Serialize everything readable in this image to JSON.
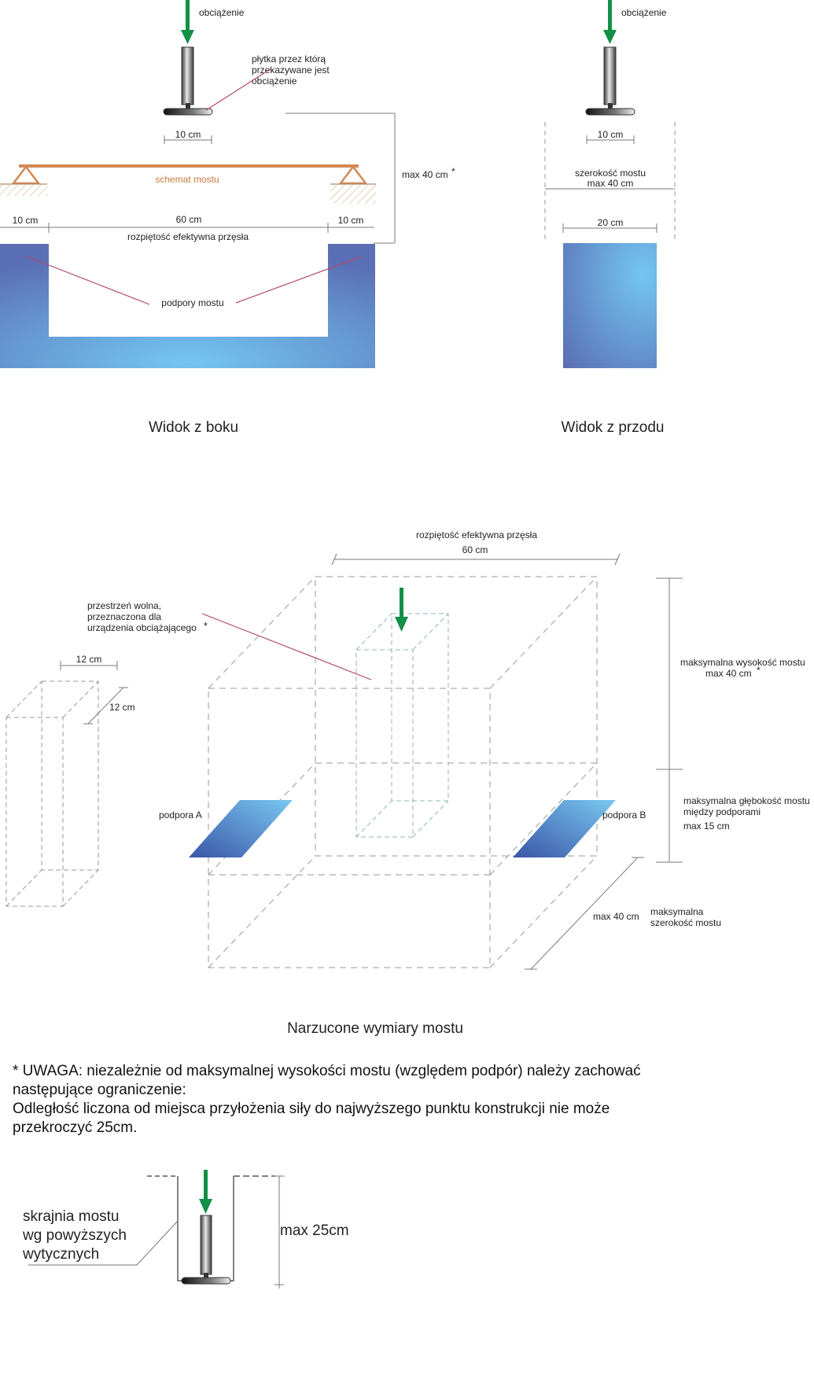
{
  "colors": {
    "blue_light": "#73c6f0",
    "blue_dark": "#5a6fb5",
    "arrow_green": "#138f46",
    "beam_orange": "#d28a55",
    "leader_red": "#b04a66",
    "dim_gray": "#7a7a7a",
    "dash_gray": "#9a9a9a",
    "dash_teal": "#8db6bb"
  },
  "icons": [
    "load-arrow-icon",
    "load-plate-icon",
    "pin-support-icon"
  ],
  "side_view": {
    "load": "obciążenie",
    "plate_note": [
      "płytka przez którą",
      "przekazywane jest",
      "obciążenie"
    ],
    "plate_width": "10 cm",
    "beam_label": "schemat mostu",
    "left_support_width": "10 cm",
    "span": "60 cm",
    "right_support_width": "10 cm",
    "span_label": "rozpiętość efektywna przęsła",
    "height_limit": "max 40 cm",
    "height_mark": "*",
    "supports_label": "podpory mostu",
    "caption": "Widok z boku"
  },
  "front_view": {
    "load": "obciążenie",
    "plate_width": "10 cm",
    "width_label": "szerokość mostu",
    "width_value": "max 40 cm",
    "support_width": "20 cm",
    "caption": "Widok z przodu"
  },
  "iso_view": {
    "span_label": "rozpiętość efektywna przęsła",
    "span": "60 cm",
    "free_space": [
      "przestrzeń  wolna,",
      "przeznaczona dla",
      "urządzenia obciążającego"
    ],
    "free_space_mark": "*",
    "box_width": "12 cm",
    "box_depth": "12 cm",
    "max_height_label": "maksymalna wysokość mostu",
    "max_height": "max 40 cm",
    "max_height_mark": "*",
    "max_depth_label": [
      "maksymalna głębokość mostu",
      "między podporami"
    ],
    "max_depth": "max 15 cm",
    "support_a": "podpora A",
    "support_b": "podpora B",
    "max_width": "max 40 cm",
    "max_width_label": [
      "maksymalna",
      "szerokość mostu"
    ],
    "caption": "Narzucone wymiary mostu"
  },
  "note": {
    "lines": [
      "* UWAGA: niezależnie od maksymalnej wysokości mostu (względem podpór) należy zachować",
      "następujące ograniczenie:",
      "Odległość liczona od miejsca przyłożenia siły do najwyższego punktu konstrukcji nie może",
      "przekroczyć 25cm."
    ]
  },
  "detail": {
    "edge_label": [
      "skrajnia mostu",
      "wg powyższych",
      "wytycznych"
    ],
    "limit": "max 25cm"
  }
}
